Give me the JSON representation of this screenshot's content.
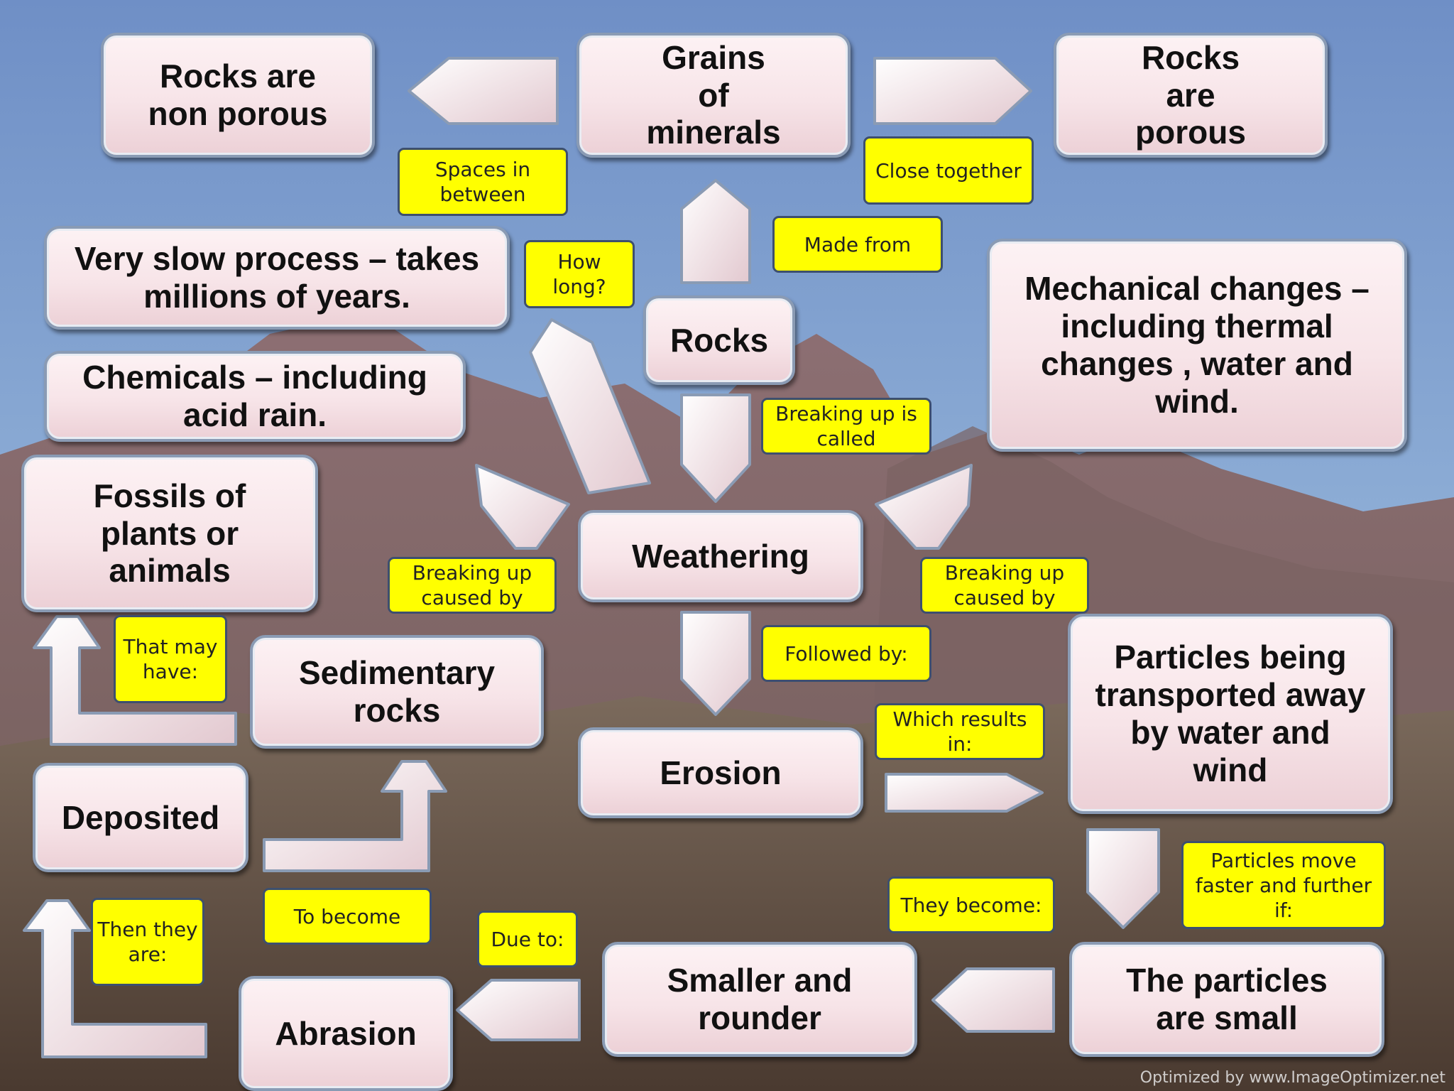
{
  "colors": {
    "box_fill": "#f8e6ea",
    "box_border": "#8a9bb4",
    "label_fill": "#ffff00",
    "sky": "#6f95c8",
    "mountain": "#8a6a6a"
  },
  "boxes": {
    "grains": "Grains of minerals",
    "non_porous": "Rocks are non porous",
    "porous": "Rocks are porous",
    "slow": "Very slow process – takes millions of years.",
    "chemicals": "Chemicals – including acid rain.",
    "mechanical": "Mechanical changes – including thermal changes , water and wind.",
    "rocks": "Rocks",
    "fossils": "Fossils of plants or animals",
    "weathering": "Weathering",
    "sedimentary": "Sedimentary rocks",
    "particles_transported": "Particles being transported away by water and wind",
    "erosion": "Erosion",
    "deposited": "Deposited",
    "smaller": "Smaller and rounder",
    "particles_small": "The particles are small",
    "abrasion": "Abrasion"
  },
  "labels": {
    "spaces": "Spaces in between",
    "close": "Close together",
    "made_from": "Made from",
    "how_long": "How long?",
    "breaking_called": "Breaking up is called",
    "breaking_caused_left": "Breaking up caused by",
    "breaking_caused_right": "Breaking up caused by",
    "followed": "Followed by:",
    "that_may": "That may have:",
    "which_results": "Which results in:",
    "particles_move": "Particles move faster and further if:",
    "they_become": "They become:",
    "then_they": "Then they are:",
    "to_become": "To become",
    "due_to": "Due to:"
  },
  "footer": "Optimized by www.ImageOptimizer.net"
}
